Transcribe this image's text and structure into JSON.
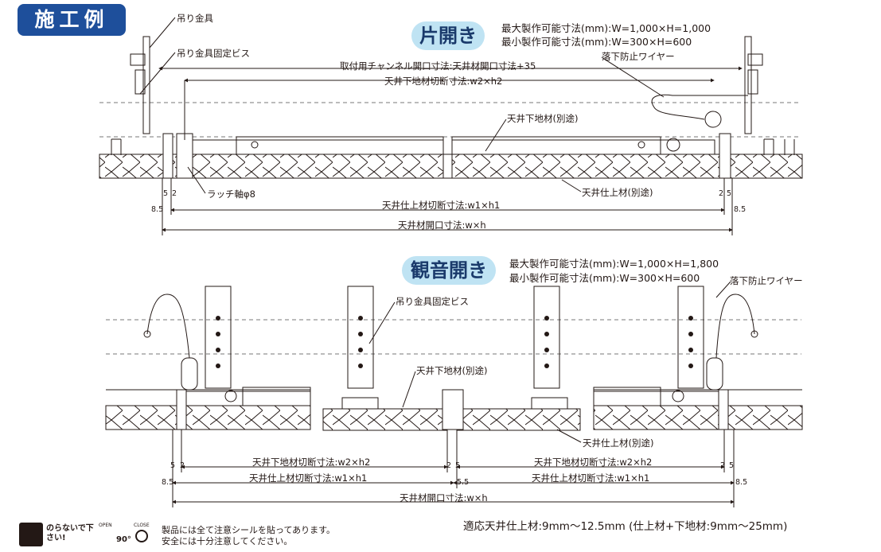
{
  "section_title": "施工例",
  "top": {
    "type_label": "片開き",
    "spec_max": "最大製作可能寸法(mm):W=1,000×H=1,000",
    "spec_min": "最小製作可能寸法(mm):W=300×H=600",
    "labels": {
      "hanger": "吊り金具",
      "hanger_screw": "吊り金具固定ビス",
      "channel_opening": "取付用チャンネル開口寸法:天井材開口寸法+35",
      "fall_wire": "落下防止ワイヤー",
      "sub_cut": "天井下地材切断寸法:w2×h2",
      "sub_material": "天井下地材(別途)",
      "latch": "ラッチ軸φ8",
      "finish_material": "天井仕上材(別途)",
      "finish_cut": "天井仕上材切断寸法:w1×h1",
      "opening": "天井材開口寸法:w×h"
    },
    "dims": {
      "d5": "5",
      "d2": "2",
      "d85": "8.5",
      "r2": "2",
      "r5": "5",
      "r85": "8.5"
    }
  },
  "bottom": {
    "type_label": "観音開き",
    "spec_max": "最大製作可能寸法(mm):W=1,000×H=1,800",
    "spec_min": "最小製作可能寸法(mm):W=300×H=600",
    "labels": {
      "fall_wire": "落下防止ワイヤー",
      "hanger_screw": "吊り金具固定ビス",
      "sub_material": "天井下地材(別途)",
      "finish_material": "天井仕上材(別途)",
      "sub_cut_left": "天井下地材切断寸法:w2×h2",
      "sub_cut_right": "天井下地材切断寸法:w2×h2",
      "finish_cut_left": "天井仕上材切断寸法:w1×h1",
      "finish_cut_right": "天井仕上材切断寸法:w1×h1",
      "opening": "天井材開口寸法:w×h"
    },
    "dims": {
      "l5": "5",
      "l2": "2",
      "l85": "8.5",
      "m2": "2",
      "m5": "5",
      "m55": "5.5",
      "r2": "2",
      "r5": "5",
      "r85": "8.5"
    }
  },
  "footer": {
    "thickness_note": "適応天井仕上材:9mm〜12.5mm (仕上材+下地材:9mm〜25mm)",
    "caution_line1": "製品には全て注意シールを貼ってあります。",
    "caution_line2": "安全には十分注意してください。",
    "sticker_text": "のらないで下さい!",
    "sticker_open": "OPEN",
    "sticker_close": "CLOSE",
    "sticker_angle": "90°"
  },
  "colors": {
    "accent_blue": "#1e4f9b",
    "pill_blue": "#bfe3f3",
    "line": "#231815"
  }
}
